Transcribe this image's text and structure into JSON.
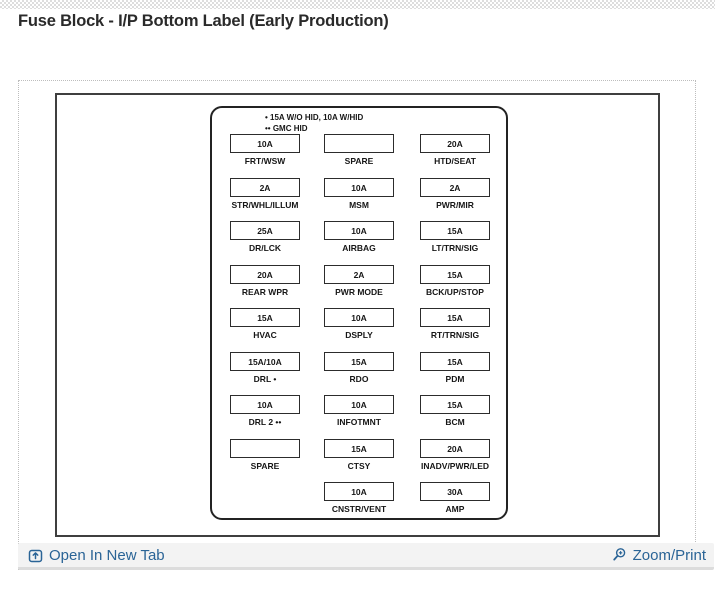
{
  "page": {
    "title": "Fuse Block - I/P Bottom Label (Early Production)"
  },
  "colors": {
    "link_blue": "#2a6496",
    "diagram_ink": "#1c1c1c",
    "bar_background": "#f3f3f3"
  },
  "toolbar": {
    "open_in_new_tab_label": "Open In New Tab",
    "zoom_print_label": "Zoom/Print",
    "open_in_new_tab_icon": "open-in-new-tab-icon",
    "zoom_print_icon": "magnifier-plus-icon"
  },
  "fuse_block": {
    "notes": [
      "• 15A W/O HID, 10A W/HID",
      "•• GMC HID"
    ],
    "rows": [
      [
        {
          "amp": "10A",
          "label": "FRT/WSW"
        },
        {
          "amp": "",
          "label": "SPARE"
        },
        {
          "amp": "20A",
          "label": "HTD/SEAT"
        }
      ],
      [
        {
          "amp": "2A",
          "label": "STR/WHL/ILLUM"
        },
        {
          "amp": "10A",
          "label": "MSM"
        },
        {
          "amp": "2A",
          "label": "PWR/MIR"
        }
      ],
      [
        {
          "amp": "25A",
          "label": "DR/LCK"
        },
        {
          "amp": "10A",
          "label": "AIRBAG"
        },
        {
          "amp": "15A",
          "label": "LT/TRN/SIG"
        }
      ],
      [
        {
          "amp": "20A",
          "label": "REAR WPR"
        },
        {
          "amp": "2A",
          "label": "PWR MODE"
        },
        {
          "amp": "15A",
          "label": "BCK/UP/STOP"
        }
      ],
      [
        {
          "amp": "15A",
          "label": "HVAC"
        },
        {
          "amp": "10A",
          "label": "DSPLY"
        },
        {
          "amp": "15A",
          "label": "RT/TRN/SIG"
        }
      ],
      [
        {
          "amp": "15A/10A",
          "label": "DRL •"
        },
        {
          "amp": "15A",
          "label": "RDO"
        },
        {
          "amp": "15A",
          "label": "PDM"
        }
      ],
      [
        {
          "amp": "10A",
          "label": "DRL 2 ••"
        },
        {
          "amp": "10A",
          "label": "INFOTMNT"
        },
        {
          "amp": "15A",
          "label": "BCM"
        }
      ],
      [
        {
          "amp": "",
          "label": "SPARE"
        },
        {
          "amp": "15A",
          "label": "CTSY"
        },
        {
          "amp": "20A",
          "label": "INADV/PWR/LED"
        }
      ],
      [
        null,
        {
          "amp": "10A",
          "label": "CNSTR/VENT"
        },
        {
          "amp": "30A",
          "label": "AMP"
        }
      ]
    ]
  }
}
